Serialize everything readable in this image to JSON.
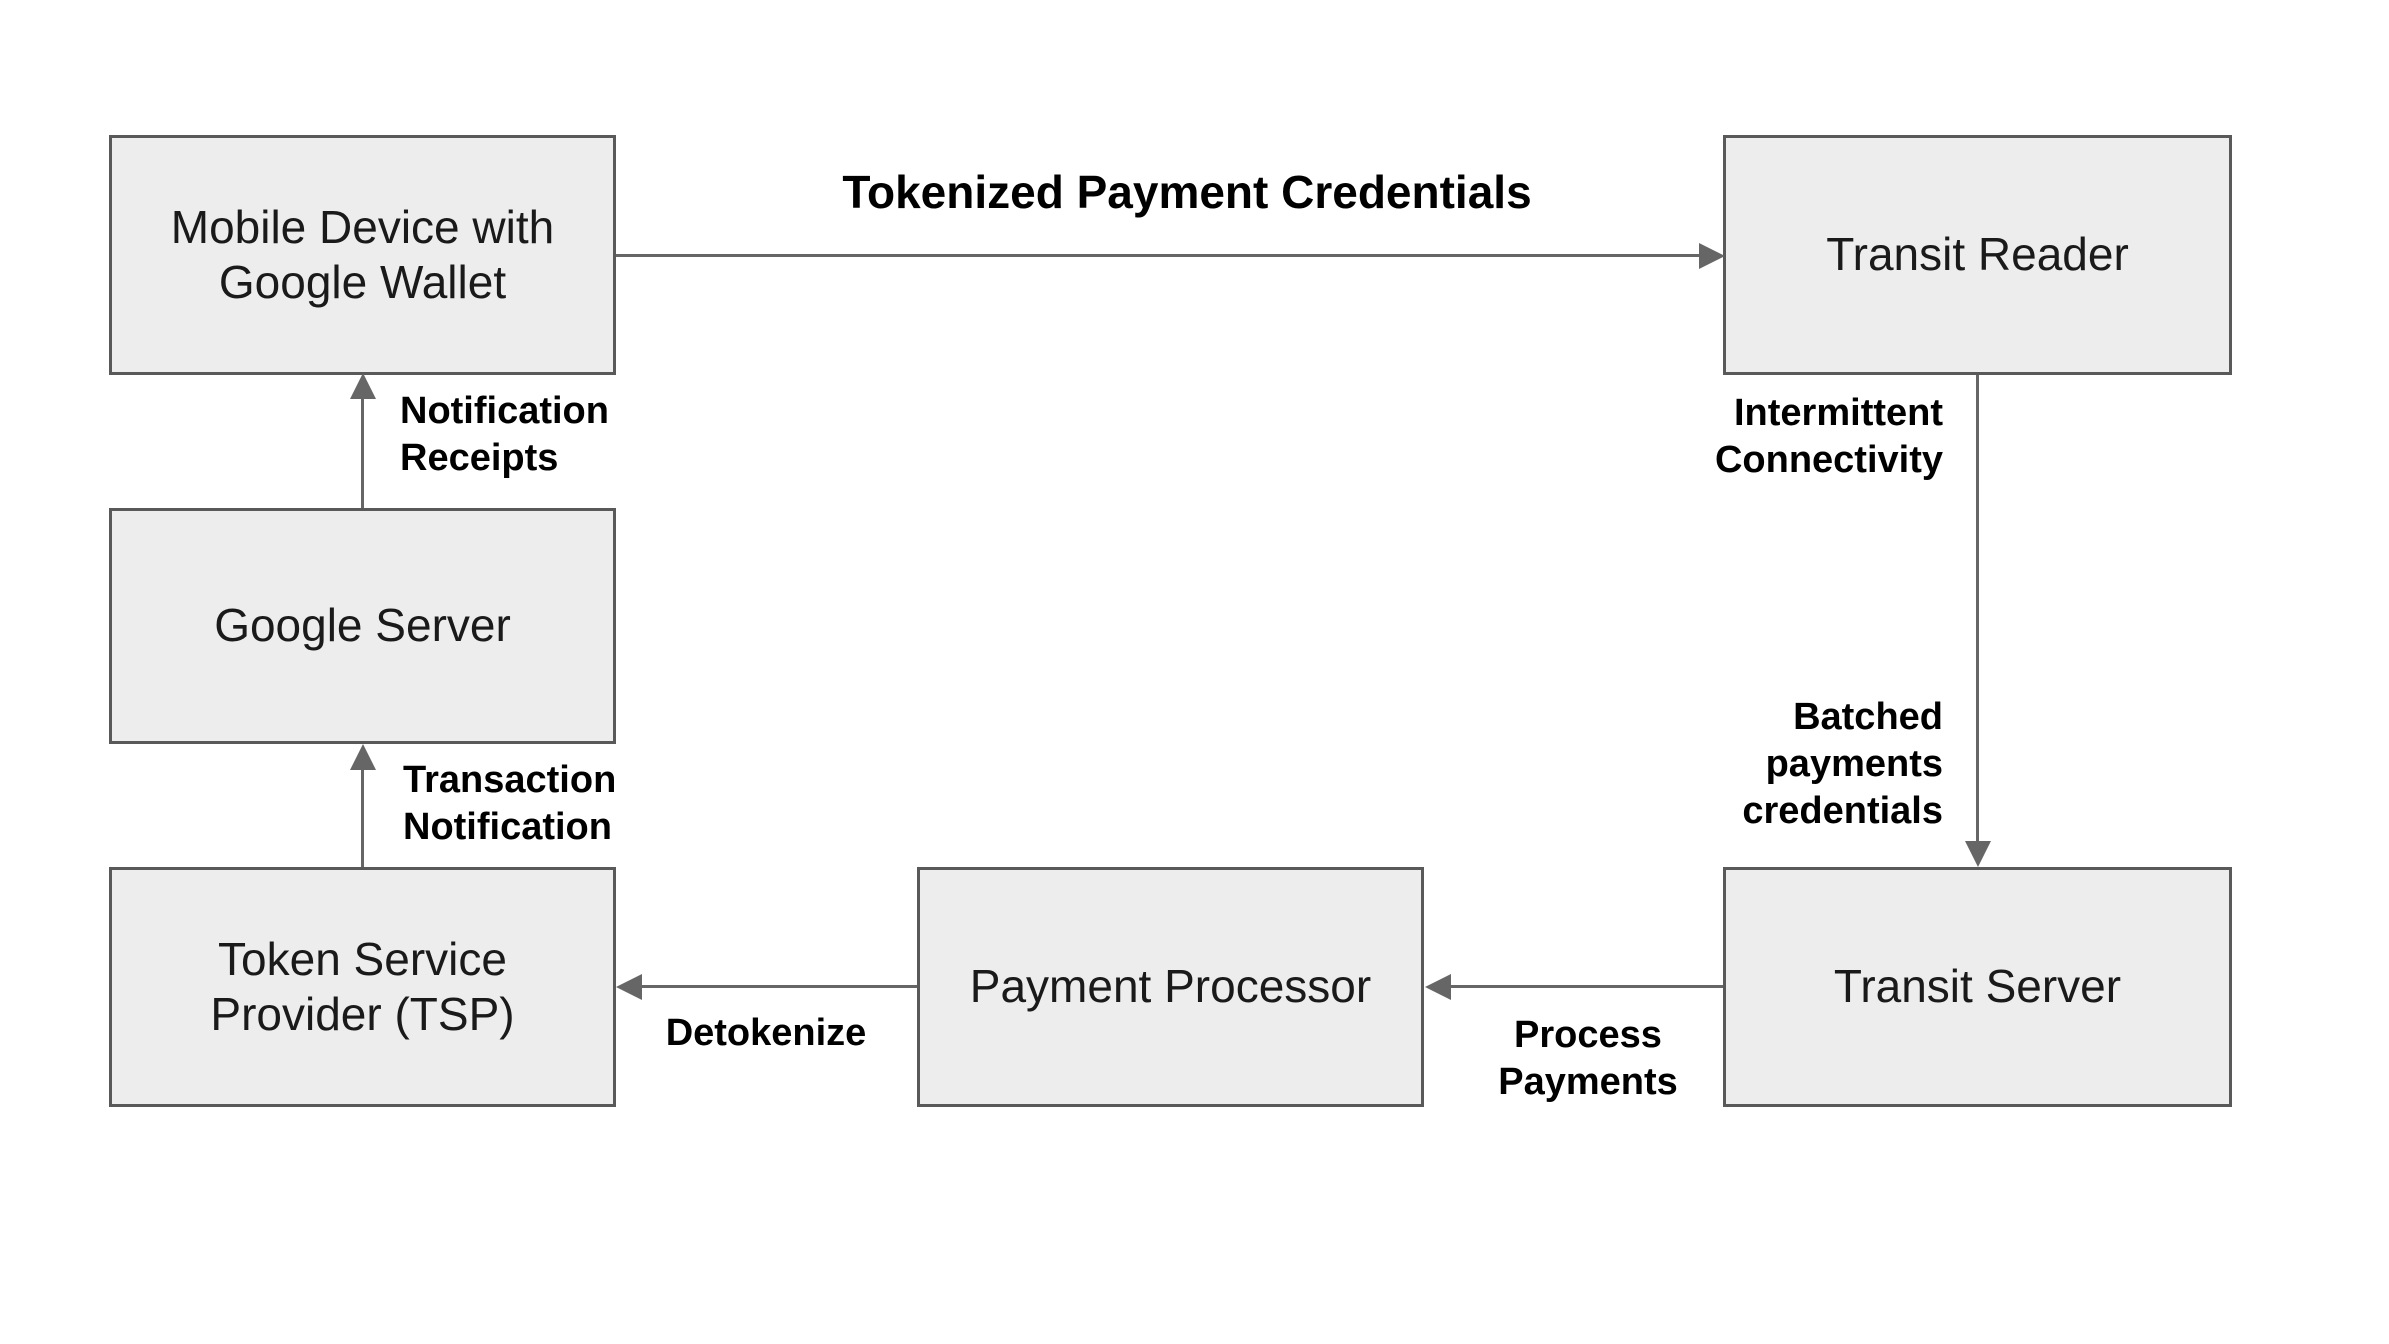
{
  "diagram": {
    "title": "",
    "background": "#ffffff",
    "colors": {
      "node_fill": "#ededed",
      "node_border": "#595959",
      "arrow": "#666666",
      "node_text": "#1a1a1a",
      "label_text": "#000000"
    },
    "nodes": [
      {
        "id": "mobile-device",
        "label": "Mobile Device with Google Wallet"
      },
      {
        "id": "transit-reader",
        "label": "Transit Reader"
      },
      {
        "id": "google-server",
        "label": "Google Server"
      },
      {
        "id": "token-service-provider",
        "label": "Token Service Provider (TSP)"
      },
      {
        "id": "payment-processor",
        "label": "Payment Processor"
      },
      {
        "id": "transit-server",
        "label": "Transit Server"
      }
    ],
    "edges": [
      {
        "from": "mobile-device",
        "to": "transit-reader",
        "direction": "right",
        "label": "Tokenized Payment Credentials"
      },
      {
        "from": "transit-reader",
        "to": "transit-server",
        "direction": "down",
        "label_upper": "Intermittent Connectivity",
        "label_lower": "Batched payments credentials"
      },
      {
        "from": "transit-server",
        "to": "payment-processor",
        "direction": "left",
        "label": "Process Payments"
      },
      {
        "from": "payment-processor",
        "to": "token-service-provider",
        "direction": "left",
        "label": "Detokenize"
      },
      {
        "from": "token-service-provider",
        "to": "google-server",
        "direction": "up",
        "label": "Transaction Notification"
      },
      {
        "from": "google-server",
        "to": "mobile-device",
        "direction": "up",
        "label": "Notification Receipts"
      }
    ]
  }
}
